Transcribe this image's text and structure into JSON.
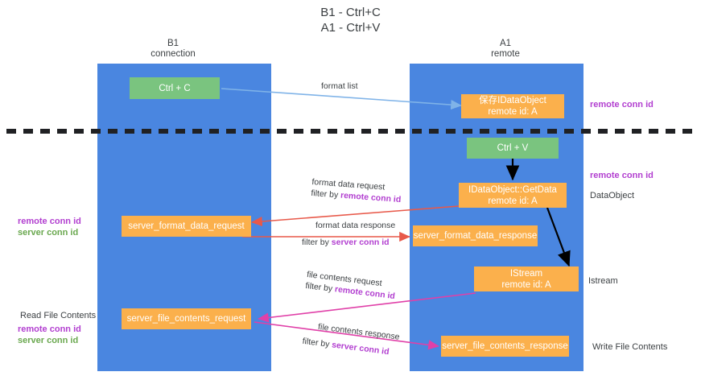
{
  "title": "B1 - Ctrl+C\nA1 - Ctrl+V",
  "lanes": [
    {
      "name": "b1",
      "line1": "B1",
      "line2": "connection"
    },
    {
      "name": "a1",
      "line1": "A1",
      "line2": "remote"
    }
  ],
  "nodes": {
    "ctrl_c": {
      "label": "Ctrl + C",
      "sub": ""
    },
    "dataobject_saved": {
      "label": "保存IDataObject",
      "sub": "remote id: A"
    },
    "ctrl_v": {
      "label": "Ctrl + V",
      "sub": ""
    },
    "getdata": {
      "label": "IDataObject::GetData",
      "sub": "remote id: A"
    },
    "server_format_data_request": {
      "label": "server_format_data_request",
      "sub": ""
    },
    "server_format_data_response": {
      "label": "server_format_data_response",
      "sub": ""
    },
    "istream": {
      "label": "IStream",
      "sub": "remote id: A"
    },
    "server_file_contents_request": {
      "label": "server_file_contents_request",
      "sub": ""
    },
    "server_file_contents_response": {
      "label": "server_file_contents_response",
      "sub": ""
    }
  },
  "edges": {
    "format_list": {
      "line1": "format list",
      "line2": ""
    },
    "format_data_request": {
      "line1": "format data request",
      "filter_prefix": "filter by ",
      "filter_key": "remote conn id"
    },
    "format_data_response": {
      "line1": "format data response",
      "filter_prefix": "filter by ",
      "filter_key": "server conn id"
    },
    "file_contents_request": {
      "line1": "file contents request",
      "filter_prefix": "filter by ",
      "filter_key": "remote conn id"
    },
    "file_contents_response": {
      "line1": "file contents response",
      "filter_prefix": "filter by ",
      "filter_key": "server conn id"
    }
  },
  "annotations": {
    "right_remote_top": "remote conn id",
    "right_remote_mid": "remote conn id",
    "right_dataobject": "DataObject",
    "right_istream": "Istream",
    "right_write_file_contents": "Write File Contents",
    "left_keys_mid": {
      "remote": "remote conn id",
      "server": "server conn id"
    },
    "left_read_file_contents": "Read File Contents",
    "left_keys_bottom": {
      "remote": "remote conn id",
      "server": "server conn id"
    }
  },
  "colors": {
    "lane": "#4a86e0",
    "green_node": "#7ac47f",
    "orange_node": "#fbb04c",
    "purple_text": "#b23fd0",
    "green_text": "#6aa84f",
    "format_list_arrow": "#7fb3e8",
    "format_data_arrow": "#e8594a",
    "file_contents_arrow": "#e040a8",
    "black_arrow": "#000000",
    "divider": "#202124"
  }
}
